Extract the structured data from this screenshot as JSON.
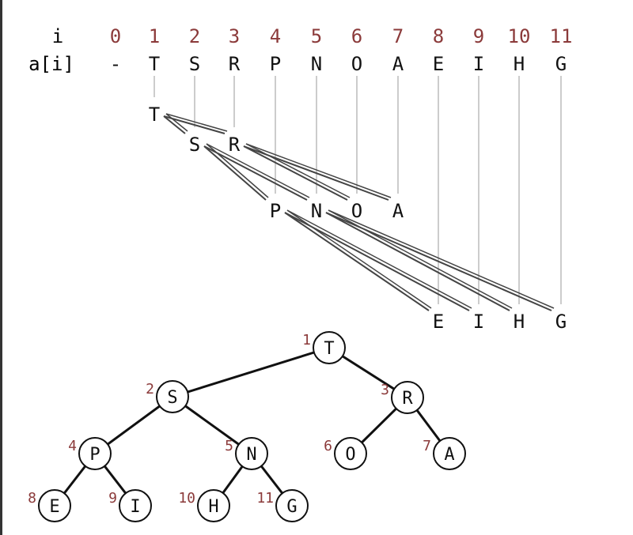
{
  "header": {
    "index_label": "i",
    "array_label": "a[i]"
  },
  "indices": [
    "0",
    "1",
    "2",
    "3",
    "4",
    "5",
    "6",
    "7",
    "8",
    "9",
    "10",
    "11"
  ],
  "values": [
    "-",
    "T",
    "S",
    "R",
    "P",
    "N",
    "O",
    "A",
    "E",
    "I",
    "H",
    "G"
  ],
  "colors": {
    "index": "#8b3a3a",
    "text": "#111111",
    "line": "#444444",
    "guide": "#999999"
  }
}
